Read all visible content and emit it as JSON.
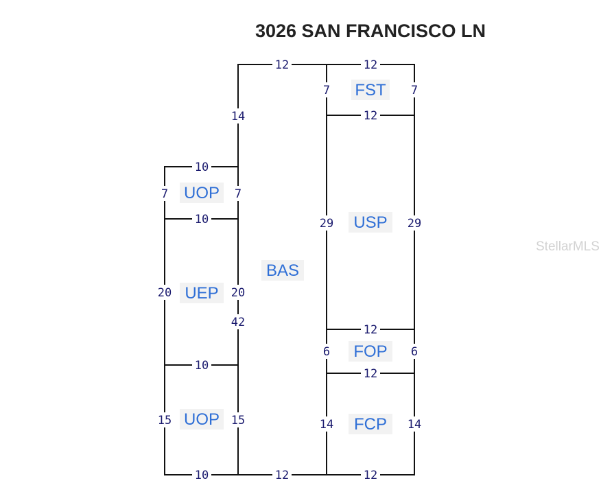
{
  "title": "3026 SAN FRANCISCO LN",
  "watermark": "StellarMLS",
  "areas": {
    "fst": "FST",
    "uop_top": "UOP",
    "usp": "USP",
    "bas": "BAS",
    "uep": "UEP",
    "fop": "FOP",
    "uop_bottom": "UOP",
    "fcp": "FCP"
  },
  "dimensions": {
    "top_left": "12",
    "top_right": "12",
    "fst_left": "7",
    "fst_right": "7",
    "fst_bottom": "12",
    "bas_upper_left": "14",
    "uop_top_top": "10",
    "uop_top_left": "7",
    "uop_top_right": "7",
    "uop_top_bottom": "10",
    "usp_left": "29",
    "usp_right": "29",
    "uep_left": "20",
    "uep_right": "20",
    "bas_left": "42",
    "usp_bottom": "12",
    "fop_left": "6",
    "fop_right": "6",
    "fop_bottom": "12",
    "uep_bottom": "10",
    "uop_bottom_left": "15",
    "uop_bottom_right": "15",
    "fcp_left": "14",
    "fcp_right": "14",
    "bottom_left": "10",
    "bottom_mid": "12",
    "bottom_right": "12"
  }
}
